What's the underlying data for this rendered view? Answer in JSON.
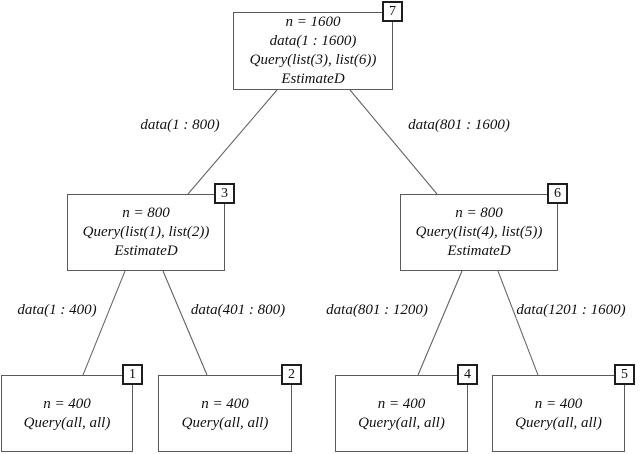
{
  "diagram": {
    "type": "binary-tree",
    "colors": {
      "background": "#ffffff",
      "box_border": "#5a5a5a",
      "label_border": "#1e1e1e",
      "edge_line": "#5a5a5a",
      "text": "#111111"
    },
    "nodes": [
      {
        "id": "7",
        "lines": [
          "n = 1600",
          "data(1 : 1600)",
          "Query(list(3), list(6))",
          "EstimateD"
        ]
      },
      {
        "id": "3",
        "lines": [
          "n = 800",
          "Query(list(1), list(2))",
          "EstimateD"
        ]
      },
      {
        "id": "6",
        "lines": [
          "n = 800",
          "Query(list(4), list(5))",
          "EstimateD"
        ]
      },
      {
        "id": "1",
        "lines": [
          "n = 400",
          "Query(all, all)"
        ]
      },
      {
        "id": "2",
        "lines": [
          "n = 400",
          "Query(all, all)"
        ]
      },
      {
        "id": "4",
        "lines": [
          "n = 400",
          "Query(all, all)"
        ]
      },
      {
        "id": "5",
        "lines": [
          "n = 400",
          "Query(all, all)"
        ]
      }
    ],
    "edge_labels": [
      "data(1 : 800)",
      "data(801 : 1600)",
      "data(1 : 400)",
      "data(401 : 800)",
      "data(801 : 1200)",
      "data(1201 : 1600)"
    ]
  }
}
